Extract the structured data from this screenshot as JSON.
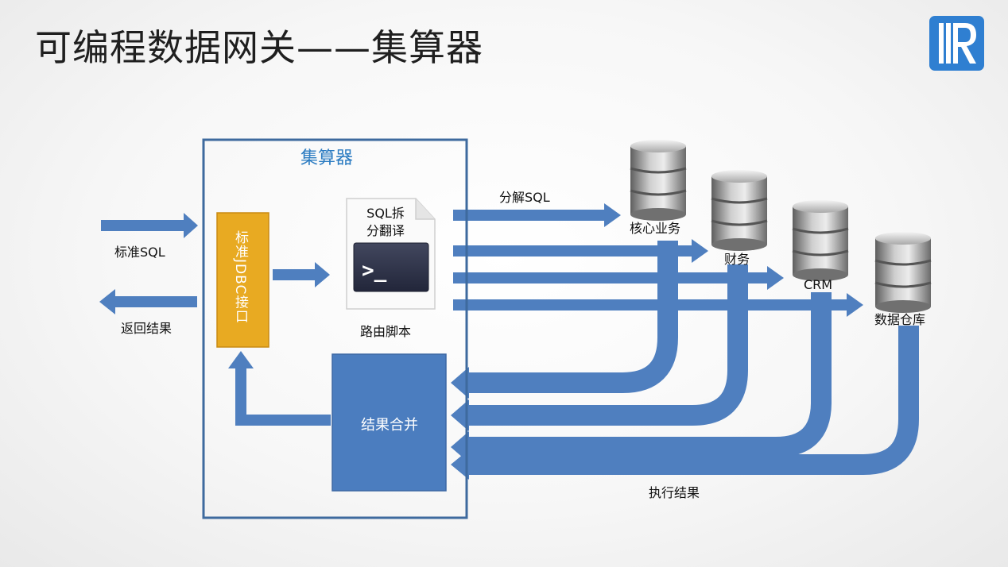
{
  "title": "可编程数据网关——集算器",
  "logo": {
    "icon": "r-logo-icon",
    "color": "#2f7fd1"
  },
  "box": {
    "title": "集算器"
  },
  "jdbc": {
    "label": "标准JDBC接口"
  },
  "script_doc": {
    "line1": "SQL拆",
    "line2": "分翻译",
    "caption": "路由脚本",
    "icon": "terminal-icon"
  },
  "merge": {
    "label": "结果合并"
  },
  "left": {
    "input_label": "标准SQL",
    "output_label": "返回结果"
  },
  "flow": {
    "split_label": "分解SQL",
    "results_label": "执行结果"
  },
  "databases": [
    {
      "name": "核心业务",
      "icon": "database-icon"
    },
    {
      "name": "财务",
      "icon": "database-icon"
    },
    {
      "name": "CRM",
      "icon": "database-icon"
    },
    {
      "name": "数据仓库",
      "icon": "database-icon"
    }
  ],
  "colors": {
    "arrow": "#4f7fbf",
    "jdbc": "#e8aa22",
    "merge": "#4b7dbf",
    "box_border": "#3e6a9e",
    "title_accent": "#2c7cc2"
  }
}
